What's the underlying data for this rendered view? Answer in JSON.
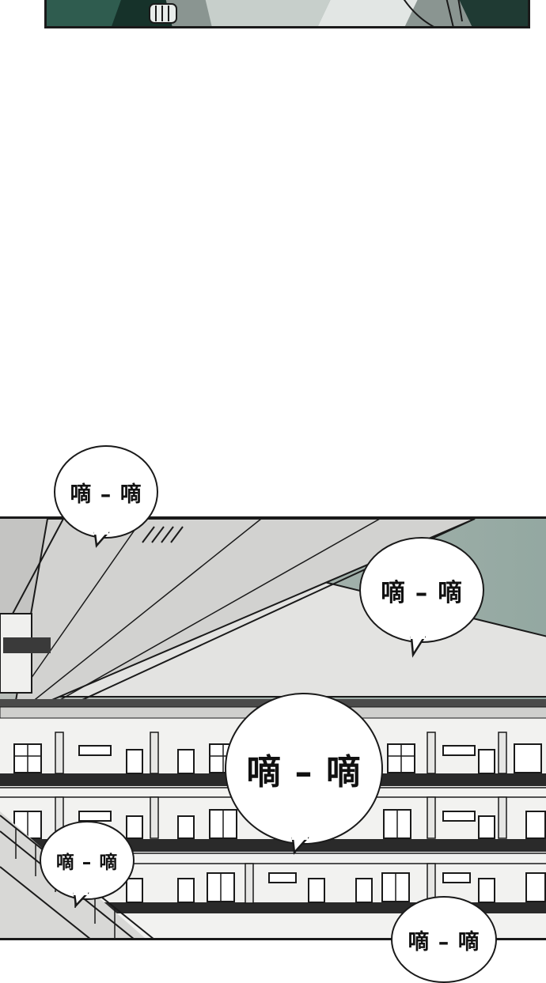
{
  "sound_effects": [
    {
      "id": "sfx-1",
      "text": "嘀 – 嘀"
    },
    {
      "id": "sfx-2",
      "text": "嘀 – 嘀"
    },
    {
      "id": "sfx-3",
      "text": "嘀 – 嘀"
    },
    {
      "id": "sfx-4",
      "text": "嘀 – 嘀"
    },
    {
      "id": "sfx-5",
      "text": "嘀 – 嘀"
    }
  ],
  "colors": {
    "ink": "#1a1a1a",
    "top_panel_teal": "#2f5c4f",
    "sky": "#a9b4ae",
    "building_wall": "#f2f2f0",
    "roof": "#cdcdcb"
  }
}
